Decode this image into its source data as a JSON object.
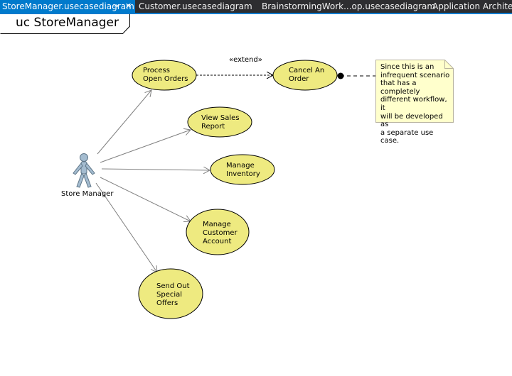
{
  "tabs": [
    {
      "label": "StoreManager.usecasediagram",
      "active": true
    },
    {
      "label": "Customer.usecasediagram",
      "active": false
    },
    {
      "label": "BrainstormingWork...op.usecasediagram",
      "active": false
    },
    {
      "label": "Application Architecture",
      "active": false
    }
  ],
  "tab_icons": {
    "pin": "pin-icon",
    "close": "close-icon"
  },
  "frame": {
    "title": "uc StoreManager"
  },
  "actor": {
    "name": "Store Manager"
  },
  "use_cases": {
    "process_open_orders": "Process\nOpen Orders",
    "cancel_an_order": "Cancel An\nOrder",
    "view_sales_report": "View Sales\nReport",
    "manage_inventory": "Manage\nInventory",
    "manage_customer_account": "Manage\nCustomer\nAccount",
    "send_out_special_offers": "Send Out\nSpecial\nOffers"
  },
  "relationships": {
    "extend_label": "«extend»"
  },
  "note": {
    "text": "Since this is an\ninfrequent scenario\nthat has a completely\ndifferent workflow, it\nwill be developed as\na separate use case."
  },
  "colors": {
    "tab_bar": "#2d2d30",
    "active_tab": "#007acc",
    "use_case_fill": "#eeea80",
    "note_fill": "#ffffcc",
    "actor_fill": "#a4bcd0",
    "connector": "#808080"
  }
}
